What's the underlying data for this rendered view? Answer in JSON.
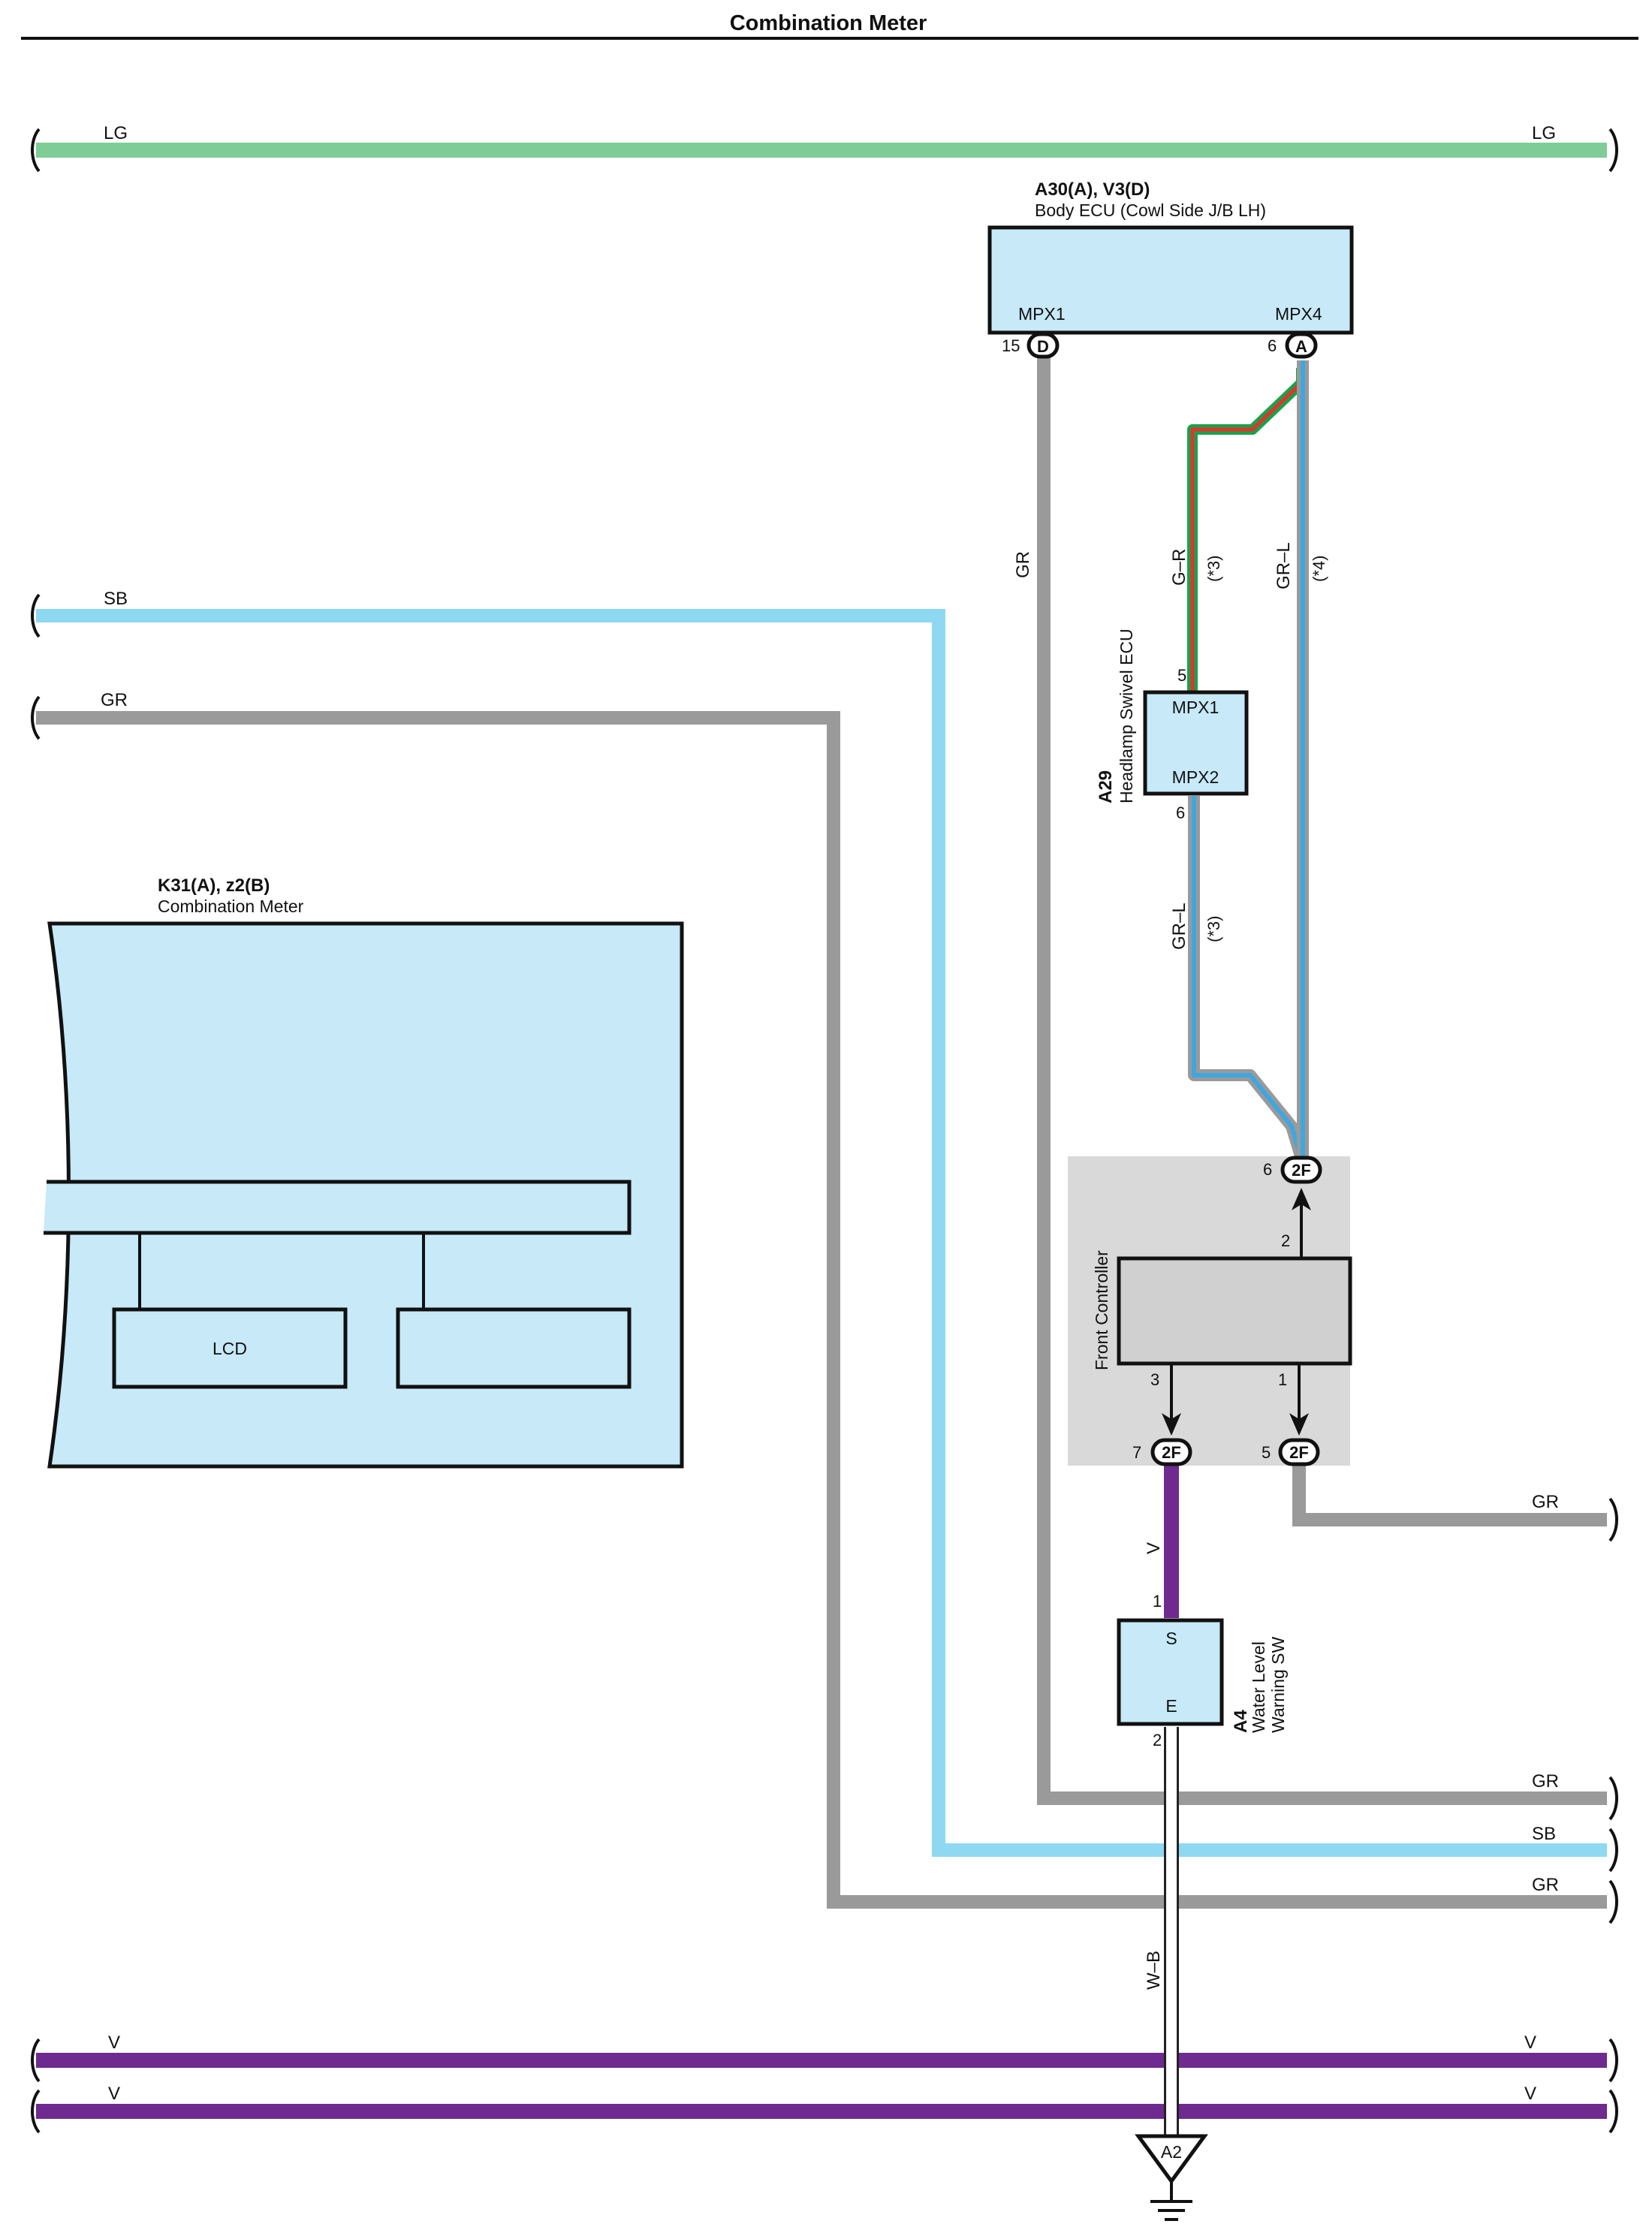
{
  "page_title": "Combination Meter",
  "wire_colors": {
    "LG": "#7fcc96",
    "SB": "#8fd8f2",
    "GR": "#9a9a9a",
    "V": "#6e2a8e",
    "W_B": "#ffffff",
    "G_R_green": "#1aa14a",
    "G_R_red": "#e0342c",
    "GR_L_blue": "#3fa7e0",
    "component_fill": "#c7e9f8",
    "controller_bg": "#d9d9d9",
    "controller_box": "#d0d0d0"
  },
  "wires": {
    "lg_top_left": "LG",
    "lg_top_right": "LG",
    "sb_left": "SB",
    "gr_left": "GR",
    "gr_vertical": "GR",
    "g_r_label": "G–R",
    "g_r_note": "(*3)",
    "gr_l_right_label": "GR–L",
    "gr_l_right_note": "(*4)",
    "gr_l_lower_label": "GR–L",
    "gr_l_lower_note": "(*3)",
    "gr_right_mid": "GR",
    "v_vertical": "V",
    "gr_right_1": "GR",
    "sb_right": "SB",
    "gr_right_2": "GR",
    "w_b_label": "W–B",
    "v_bottom_1_left": "V",
    "v_bottom_1_right": "V",
    "v_bottom_2_left": "V",
    "v_bottom_2_right": "V"
  },
  "body_ecu": {
    "code": "A30(A), V3(D)",
    "name": "Body ECU (Cowl Side J/B LH)",
    "pin_left_label": "MPX1",
    "pin_right_label": "MPX4",
    "pin_left_number": "15",
    "pin_left_connector": "D",
    "pin_right_number": "6",
    "pin_right_connector": "A"
  },
  "headlamp_ecu": {
    "code": "A29",
    "name": "Headlamp Swivel ECU",
    "pin_top_label": "MPX1",
    "pin_bottom_label": "MPX2",
    "pin_top_number": "5",
    "pin_bottom_number": "6"
  },
  "combination_meter": {
    "code": "K31(A), z2(B)",
    "name": "Combination Meter",
    "lcd_label": "LCD"
  },
  "front_controller": {
    "name": "Front Controller",
    "connector": "2F",
    "pin_top_outer": "6",
    "pin_top_inner": "2",
    "pin_bottom_left_inner": "3",
    "pin_bottom_right_inner": "1",
    "pin_bottom_left_outer": "7",
    "pin_bottom_right_outer": "5"
  },
  "water_sw": {
    "code": "A4",
    "name_line1": "Water Level",
    "name_line2": "Warning SW",
    "pin_top_label": "S",
    "pin_bottom_label": "E",
    "pin_top_number": "1",
    "pin_bottom_number": "2"
  },
  "ground": {
    "label": "A2"
  }
}
